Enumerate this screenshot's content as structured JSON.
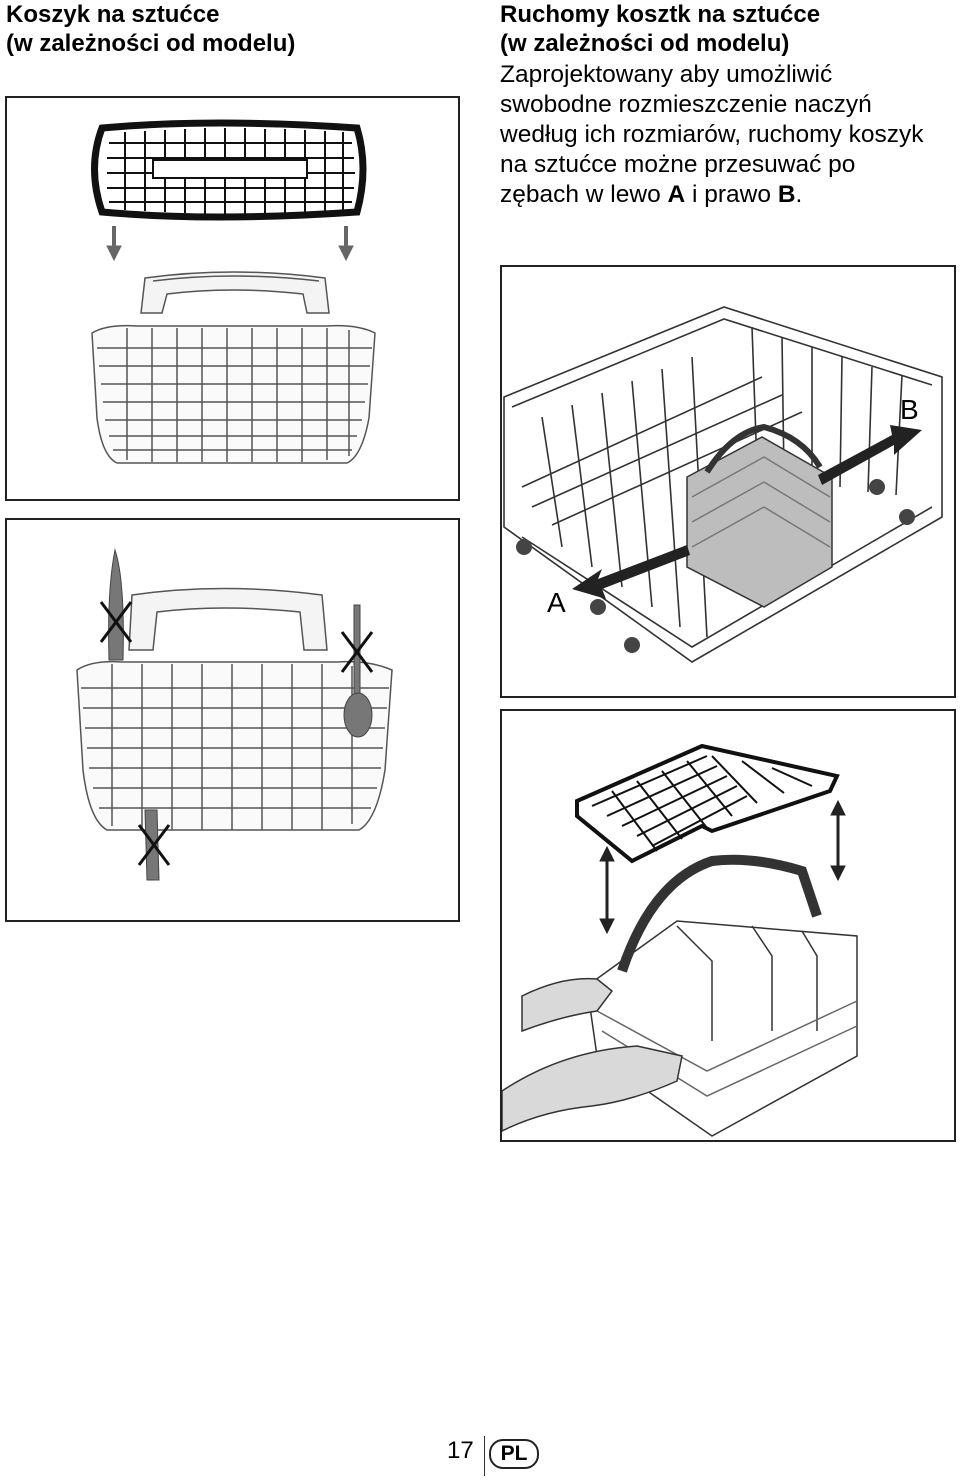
{
  "left_heading": {
    "line1": "Koszyk na sztućce",
    "line2": "(w zależności od modelu)"
  },
  "right_heading": {
    "line1": "Ruchomy kosztk na sztućce",
    "line2": "(w zależności od modelu)"
  },
  "description": {
    "line1": "Zaprojektowany aby umożliwić",
    "line2": "swobodne rozmieszczenie naczyń",
    "line3": "według ich rozmiarów, ruchomy koszyk",
    "line4": "na sztućce możne przesuwać po",
    "line5_prefix": "zębach w lewo ",
    "label_a": "A",
    "line5_middle": " i prawo ",
    "label_b": "B",
    "line5_suffix": "."
  },
  "figures": {
    "rack_label_a": "A",
    "rack_label_b": "B"
  },
  "footer": {
    "page_number": "17",
    "language": "PL"
  }
}
